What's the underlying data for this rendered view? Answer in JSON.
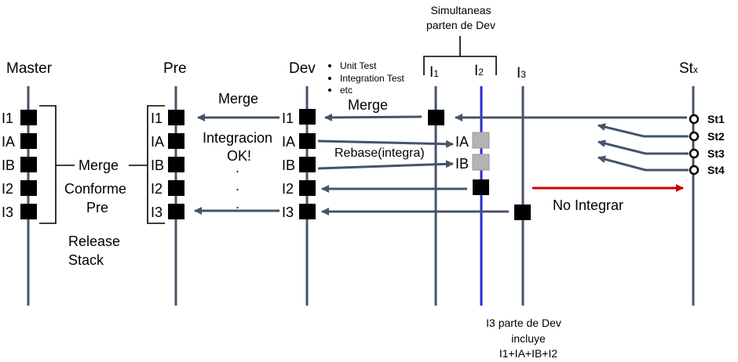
{
  "colors": {
    "lane": "#44546a",
    "lane_i2": "#2b2bd6",
    "arrow": "#44546a",
    "red_arrow": "#cc0000",
    "box": "#000000",
    "box_gray": "#b3b3b3"
  },
  "lanes": {
    "master": "Master",
    "pre": "Pre",
    "dev": "Dev",
    "i1": {
      "base": "I",
      "sub": "1"
    },
    "i2": {
      "base": "I",
      "sub": "2"
    },
    "i3": {
      "base": "I",
      "sub": "3"
    },
    "stx": {
      "base": "St",
      "sub": "x"
    }
  },
  "simultaneas": [
    "Simultaneas",
    "parten de Dev"
  ],
  "dev_bullets": [
    "Unit Test",
    "Integration Test",
    "etc"
  ],
  "items": [
    "I1",
    "IA",
    "IB",
    "I2",
    "I3"
  ],
  "release": {
    "merge": "Merge",
    "conforme": "Conforme",
    "pre": "Pre",
    "release": "Release",
    "stack": "Stack"
  },
  "pre_dev": {
    "merge": "Merge",
    "integracion": "Integracion",
    "ok": "OK!",
    "dot": "."
  },
  "dev_i": {
    "merge": "Merge",
    "rebase": "Rebase(integra)",
    "ia": "IA",
    "ib": "IB"
  },
  "st": [
    "St1",
    "St2",
    "St3",
    "St4"
  ],
  "no_integrar": "No Integrar",
  "i3_note": [
    "I3 parte de Dev",
    "incluye",
    "I1+IA+IB+I2"
  ]
}
